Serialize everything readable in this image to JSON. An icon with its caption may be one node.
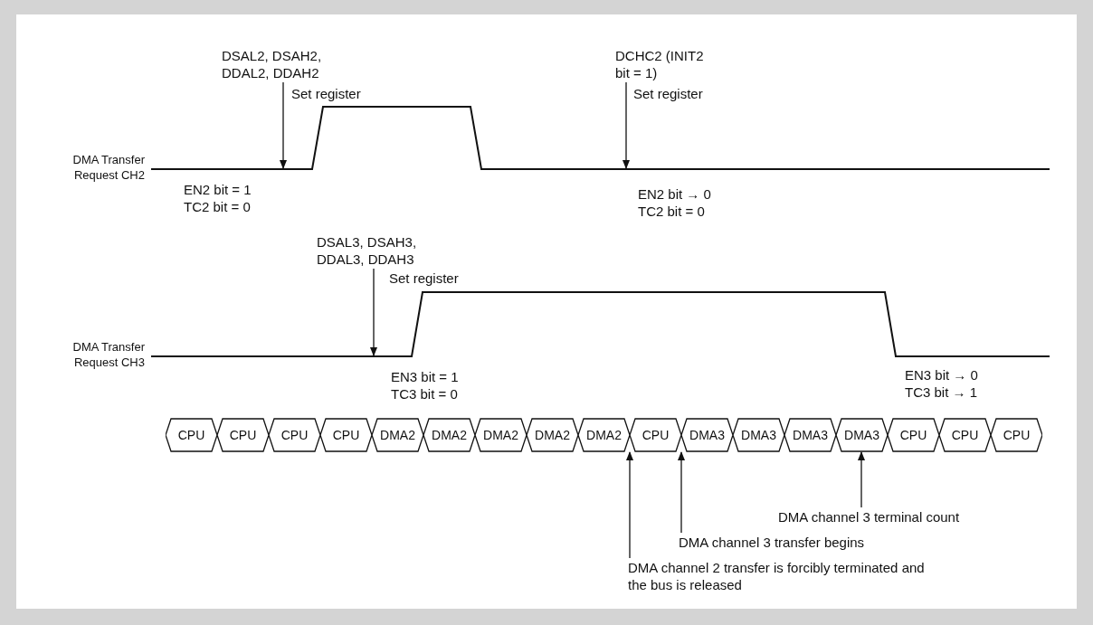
{
  "diagram": {
    "nodes": [
      {
        "text": [
          "DSAL2, DSAH2, DDAL2, DDAH2"
        ]
      },
      {
        "text": [
          "DCHC2 (INIT2 bit = 1)"
        ]
      },
      {
        "text": [
          "DSAL3, DSAH3, DDAL3, DDAH3"
        ]
      },
      {
        "text": [
          "CPU"
        ]
      },
      {
        "text": [
          "CPU"
        ]
      },
      {
        "text": [
          "CPU"
        ]
      },
      {
        "text": [
          "CPU"
        ]
      },
      {
        "text": [
          "DMA2"
        ]
      },
      {
        "text": [
          "DMA2"
        ]
      },
      {
        "text": [
          "DMA2"
        ]
      },
      {
        "text": [
          "DMA2"
        ]
      },
      {
        "text": [
          "DMA2"
        ]
      },
      {
        "text": [
          "CPU"
        ]
      },
      {
        "text": [
          "DMA3"
        ]
      },
      {
        "text": [
          "DMA3"
        ]
      },
      {
        "text": [
          "DMA3"
        ]
      },
      {
        "text": [
          "DMA3"
        ]
      },
      {
        "text": [
          "CPU"
        ]
      },
      {
        "text": [
          "CPU"
        ]
      },
      {
        "text": [
          "CPU"
        ]
      },
      {
        "text": [
          "DMA channel 3 terminal count"
        ]
      },
      {
        "text": [
          "DMA channel 3 transfer begins"
        ]
      },
      {
        "text": [
          "DMA channel 2 transfer is forcibly terminated and the bus is released"
        ]
      }
    ],
    "edges": [
      {
        "from": 0,
        "to": null,
        "arrow": "to"
      },
      {
        "from": 1,
        "to": null,
        "arrow": "to"
      },
      {
        "from": 2,
        "to": null,
        "arrow": "to"
      },
      {
        "from": 20,
        "to": 16,
        "arrow": "to"
      },
      {
        "from": 21,
        "to": 12,
        "arrow": "to"
      },
      {
        "from": 22,
        "to": 11,
        "arrow": "to"
      }
    ],
    "labels": [
      "Set register",
      "DMA Transfer Request CH2",
      "Set register",
      "EN2 bit = 1",
      "TC2 bit = 0",
      "EN2 bit → 0",
      "TC2 bit = 0",
      "Set register",
      "DMA Transfer Request CH3",
      "EN3 bit = 1",
      "TC3 bit = 0",
      "EN3 bit → 0",
      "TC3 bit → 1"
    ]
  }
}
